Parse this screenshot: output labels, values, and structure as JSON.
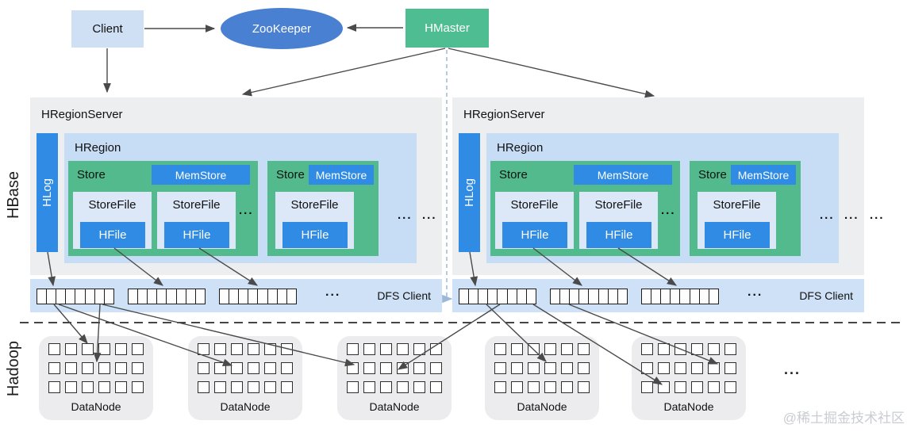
{
  "nodes": {
    "client": "Client",
    "zookeeper": "ZooKeeper",
    "hmaster": "HMaster"
  },
  "side_labels": {
    "hbase": "HBase",
    "hadoop": "Hadoop"
  },
  "servers": [
    {
      "title": "HRegionServer",
      "hlog": "HLog",
      "hregion": "HRegion",
      "stores": [
        {
          "label": "Store",
          "memstore": "MemStore",
          "storefiles": [
            {
              "label": "StoreFile",
              "hfile": "HFile"
            },
            {
              "label": "StoreFile",
              "hfile": "HFile"
            }
          ],
          "more": "..."
        },
        {
          "label": "Store",
          "memstore": "MemStore",
          "storefiles": [
            {
              "label": "StoreFile",
              "hfile": "HFile"
            }
          ]
        }
      ],
      "more_stores": [
        "...",
        "..."
      ],
      "dfs": {
        "label": "DFS Client",
        "more": "..."
      }
    },
    {
      "title": "HRegionServer",
      "hlog": "HLog",
      "hregion": "HRegion",
      "stores": [
        {
          "label": "Store",
          "memstore": "MemStore",
          "storefiles": [
            {
              "label": "StoreFile",
              "hfile": "HFile"
            },
            {
              "label": "StoreFile",
              "hfile": "HFile"
            }
          ],
          "more": "..."
        },
        {
          "label": "Store",
          "memstore": "MemStore",
          "storefiles": [
            {
              "label": "StoreFile",
              "hfile": "HFile"
            }
          ]
        }
      ],
      "more_stores": [
        "...",
        "...",
        "..."
      ],
      "dfs": {
        "label": "DFS Client",
        "more": "..."
      }
    }
  ],
  "datanodes": [
    {
      "label": "DataNode"
    },
    {
      "label": "DataNode"
    },
    {
      "label": "DataNode"
    },
    {
      "label": "DataNode"
    },
    {
      "label": "DataNode"
    }
  ],
  "more_datanodes": "...",
  "watermark": "@稀土掘金技术社区",
  "colors": {
    "accent_blue": "#2f8be4",
    "node_blue": "#4a80d1",
    "hmaster_green": "#4fbd92",
    "store_green": "#52ba8c",
    "light_panel": "#c7dcf5",
    "band_blue": "#cee1f6",
    "storefile_bg": "#dce8f8",
    "panel_gray": "#edeef0",
    "client_bg": "#cfe0f4"
  }
}
